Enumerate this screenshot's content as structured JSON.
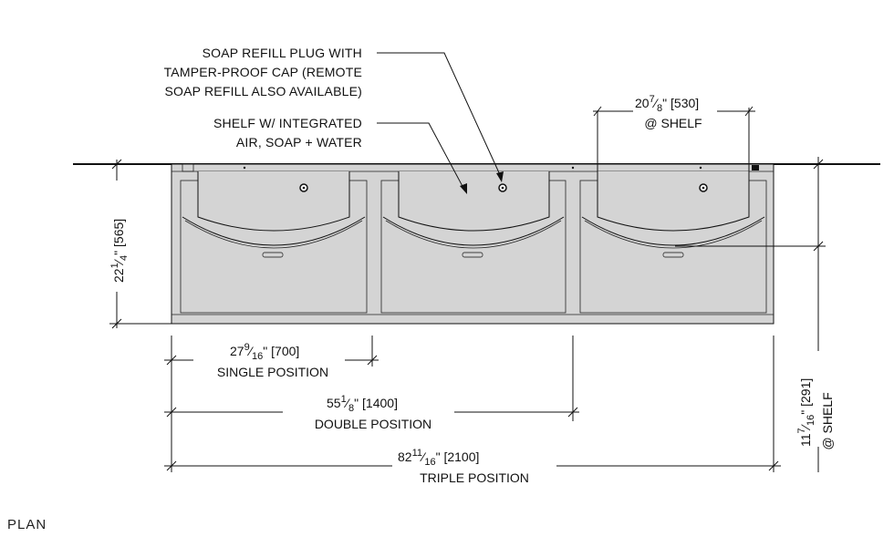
{
  "callouts": {
    "soap_refill": {
      "line1": "SOAP REFILL PLUG WITH",
      "line2": "TAMPER-PROOF CAP (REMOTE",
      "line3": "SOAP REFILL ALSO AVAILABLE)"
    },
    "shelf": {
      "line1": "SHELF W/ INTEGRATED",
      "line2": "AIR, SOAP + WATER"
    }
  },
  "dimensions": {
    "shelf_width": {
      "whole": "20",
      "num": "7",
      "den": "8",
      "metric": "\" [530]",
      "note": "@ SHELF"
    },
    "depth": {
      "whole": "22",
      "num": "1",
      "den": "4",
      "metric": "\" [565]"
    },
    "shelf_depth": {
      "whole": "11",
      "num": "7",
      "den": "16",
      "metric": "\" [291]",
      "note": "@ SHELF"
    },
    "single": {
      "whole": "27",
      "num": "9",
      "den": "16",
      "metric": "\" [700]",
      "label": "SINGLE POSITION"
    },
    "double": {
      "whole": "55",
      "num": "1",
      "den": "8",
      "metric": "\" [1400]",
      "label": "DOUBLE POSITION"
    },
    "triple": {
      "whole": "82",
      "num": "11",
      "den": "16",
      "metric": "\" [2100]",
      "label": "TRIPLE POSITION"
    }
  },
  "view_label": "PLAN",
  "colors": {
    "basin_fill": "#d4d4d4",
    "line": "#111111",
    "background": "#ffffff"
  }
}
